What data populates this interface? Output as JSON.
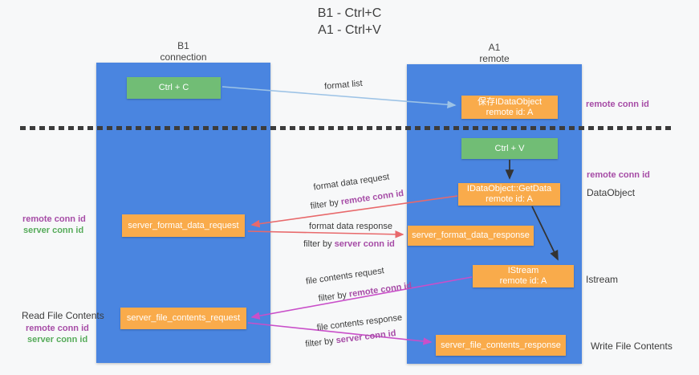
{
  "colors": {
    "column_blue": "#4a85e0",
    "box_orange": "#f9ab4b",
    "box_green": "#71bd75",
    "label_purple": "#a64ca6",
    "label_green": "#56ab5a",
    "arrow_red": "#e8696b",
    "arrow_magenta": "#c94fc9",
    "arrow_blue": "#9dc3e6",
    "arrow_black": "#333333"
  },
  "title": {
    "line1": "B1 - Ctrl+C",
    "line2": "A1 - Ctrl+V"
  },
  "left_column": {
    "header1": "B1",
    "header2": "connection"
  },
  "right_column": {
    "header1": "A1",
    "header2": "remote"
  },
  "nodes": {
    "ctrl_c": {
      "label": "Ctrl + C"
    },
    "saved_idataobject": {
      "line1": "保存IDataObject",
      "line2": "remote id: A"
    },
    "ctrl_v": {
      "label": "Ctrl + V"
    },
    "getdata": {
      "line1": "IDataObject::GetData",
      "line2": "remote id: A"
    },
    "format_request": {
      "label": "server_format_data_request"
    },
    "format_response": {
      "label": "server_format_data_response"
    },
    "istream": {
      "line1": "IStream",
      "line2": "remote id: A"
    },
    "file_request": {
      "label": "server_file_contents_request"
    },
    "file_response": {
      "label": "server_file_contents_response"
    }
  },
  "flow_labels": {
    "format_list": "format list",
    "format_data_request": "format data request",
    "format_data_response": "format data response",
    "file_contents_request": "file contents request",
    "file_contents_response": "file contents response",
    "filter_by": "filter by",
    "remote_conn_id": "remote conn id",
    "server_conn_id": "server conn id"
  },
  "side_labels": {
    "right_top_remote_conn_id": "remote conn id",
    "right_mid_remote_conn_id": "remote conn id",
    "dataobject": "DataObject",
    "istream": "Istream",
    "write_file_contents": "Write File Contents",
    "left_remote_conn_id_1": "remote conn id",
    "left_server_conn_id_1": "server conn id",
    "read_file_contents": "Read File Contents",
    "left_remote_conn_id_2": "remote conn id",
    "left_server_conn_id_2": "server conn id"
  }
}
